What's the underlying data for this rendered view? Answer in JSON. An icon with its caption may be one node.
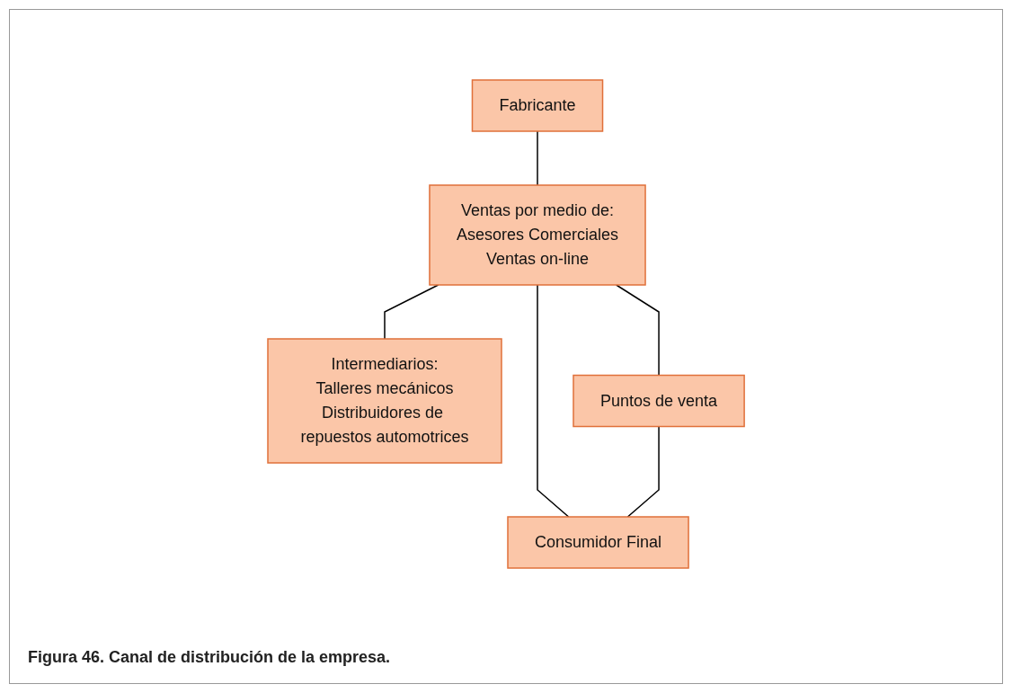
{
  "diagram": {
    "caption": "Figura 46. Canal de distribución de la empresa.",
    "nodes": [
      {
        "text": [
          "Fabricante"
        ]
      },
      {
        "text": [
          "Ventas por medio de:",
          "Asesores Comerciales",
          "Ventas on-line"
        ]
      },
      {
        "text": [
          "Intermediarios:",
          "Talleres mecánicos",
          "Distribuidores de repuestos automotrices"
        ]
      },
      {
        "text": [
          "Puntos de venta"
        ]
      },
      {
        "text": [
          "Consumidor Final"
        ]
      }
    ],
    "edges": [
      {
        "from": 0,
        "to": 1,
        "arrow": "none"
      },
      {
        "from": 1,
        "to": 2,
        "arrow": "none"
      },
      {
        "from": 1,
        "to": 3,
        "arrow": "none"
      },
      {
        "from": 1,
        "to": 4,
        "arrow": "none"
      },
      {
        "from": 3,
        "to": 4,
        "arrow": "none"
      }
    ]
  }
}
